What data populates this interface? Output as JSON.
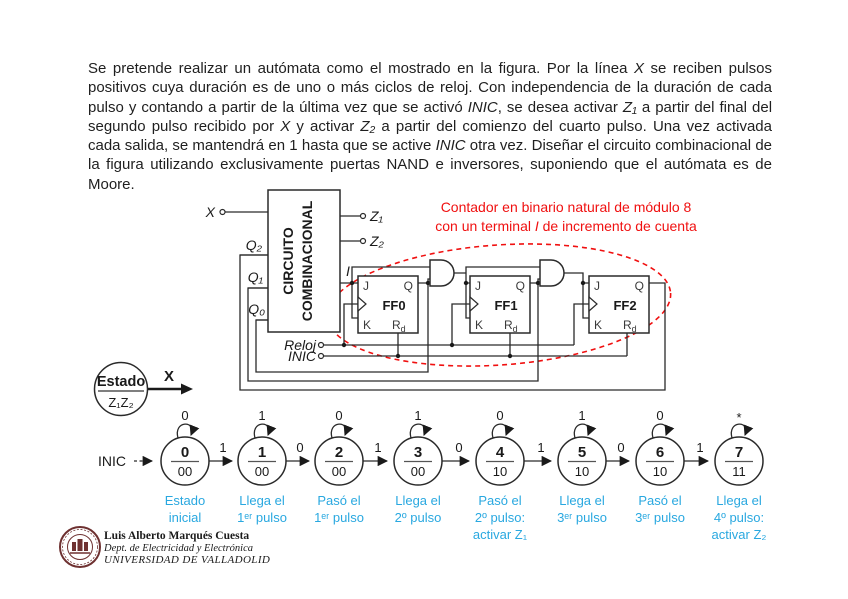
{
  "colors": {
    "accent_red": "#f01010",
    "caption_blue": "#29a8e0",
    "ink": "#1a1a1a"
  },
  "intro": {
    "segments": [
      {
        "t": "Se pretende realizar un autómata como el mostrado en la figura. Por la línea "
      },
      {
        "t": "X",
        "i": true
      },
      {
        "t": " se reciben pulsos positivos cuya duración es de uno o más ciclos de reloj. Con independencia de la duración de cada pulso y contando a partir de la última vez que se activó "
      },
      {
        "t": "INIC",
        "i": true
      },
      {
        "t": ", se desea activar "
      },
      {
        "t": "Z₁",
        "i": true
      },
      {
        "t": " a partir del final del segundo pulso recibido por "
      },
      {
        "t": "X",
        "i": true
      },
      {
        "t": " y activar "
      },
      {
        "t": "Z₂",
        "i": true
      },
      {
        "t": " a partir del comienzo del cuarto pulso. Una vez activada cada salida, se mantendrá en 1 hasta que se active "
      },
      {
        "t": "INIC",
        "i": true
      },
      {
        "t": " otra vez. Diseñar el circuito combinacional de la figura utilizando exclusivamente puertas NAND e inversores, suponiendo que el autómata es de Moore."
      }
    ]
  },
  "annotation": {
    "line1": "Contador en binario natural de módulo 8",
    "line2_pre": "con un terminal ",
    "line2_italic": "I",
    "line2_post": " de incremento de cuenta"
  },
  "circuit": {
    "box_line1": "CIRCUITO",
    "box_line2": "COMBINACIONAL",
    "x_label": "X",
    "z1_label": "Z₁",
    "z2_label": "Z₂",
    "i_label": "I",
    "q2_label": "Q₂",
    "q1_label": "Q₁",
    "q0_label": "Q₀",
    "reloj_label": "Reloj",
    "inic_label": "INIC",
    "ff": [
      {
        "name": "FF0"
      },
      {
        "name": "FF1"
      },
      {
        "name": "FF2"
      }
    ],
    "pin_j": "J",
    "pin_k": "K",
    "pin_q": "Q",
    "pin_r": "R",
    "pin_r_sub": "d"
  },
  "legend": {
    "title": "Estado",
    "outputs": "Z₁Z₂",
    "arrow_label": "X"
  },
  "state_diagram": {
    "inic_label": "INIC",
    "states": [
      {
        "name": "0",
        "output": "00",
        "loop": "0",
        "next": "1",
        "cap1": "Estado",
        "cap2": "inicial"
      },
      {
        "name": "1",
        "output": "00",
        "loop": "1",
        "next": "0",
        "cap1": "Llega el",
        "cap2": "1ᵉʳ pulso"
      },
      {
        "name": "2",
        "output": "00",
        "loop": "0",
        "next": "1",
        "cap1": "Pasó el",
        "cap2": "1ᵉʳ pulso"
      },
      {
        "name": "3",
        "output": "00",
        "loop": "1",
        "next": "0",
        "cap1": "Llega el",
        "cap2": "2º pulso"
      },
      {
        "name": "4",
        "output": "10",
        "loop": "0",
        "next": "1",
        "cap1": "Pasó el",
        "cap2": "2º pulso:",
        "cap3": "activar Z₁"
      },
      {
        "name": "5",
        "output": "10",
        "loop": "1",
        "next": "0",
        "cap1": "Llega el",
        "cap2": "3ᵉʳ pulso"
      },
      {
        "name": "6",
        "output": "10",
        "loop": "0",
        "next": "1",
        "cap1": "Pasó el",
        "cap2": "3ᵉʳ pulso"
      },
      {
        "name": "7",
        "output": "11",
        "loop": "*",
        "cap1": "Llega el",
        "cap2": "4º pulso:",
        "cap3": "activar Z₂"
      }
    ]
  },
  "footer": {
    "line1": "Luis Alberto Marqués Cuesta",
    "line2": "Dept. de Electricidad y Electrónica",
    "line3": "UNIVERSIDAD DE VALLADOLID"
  }
}
